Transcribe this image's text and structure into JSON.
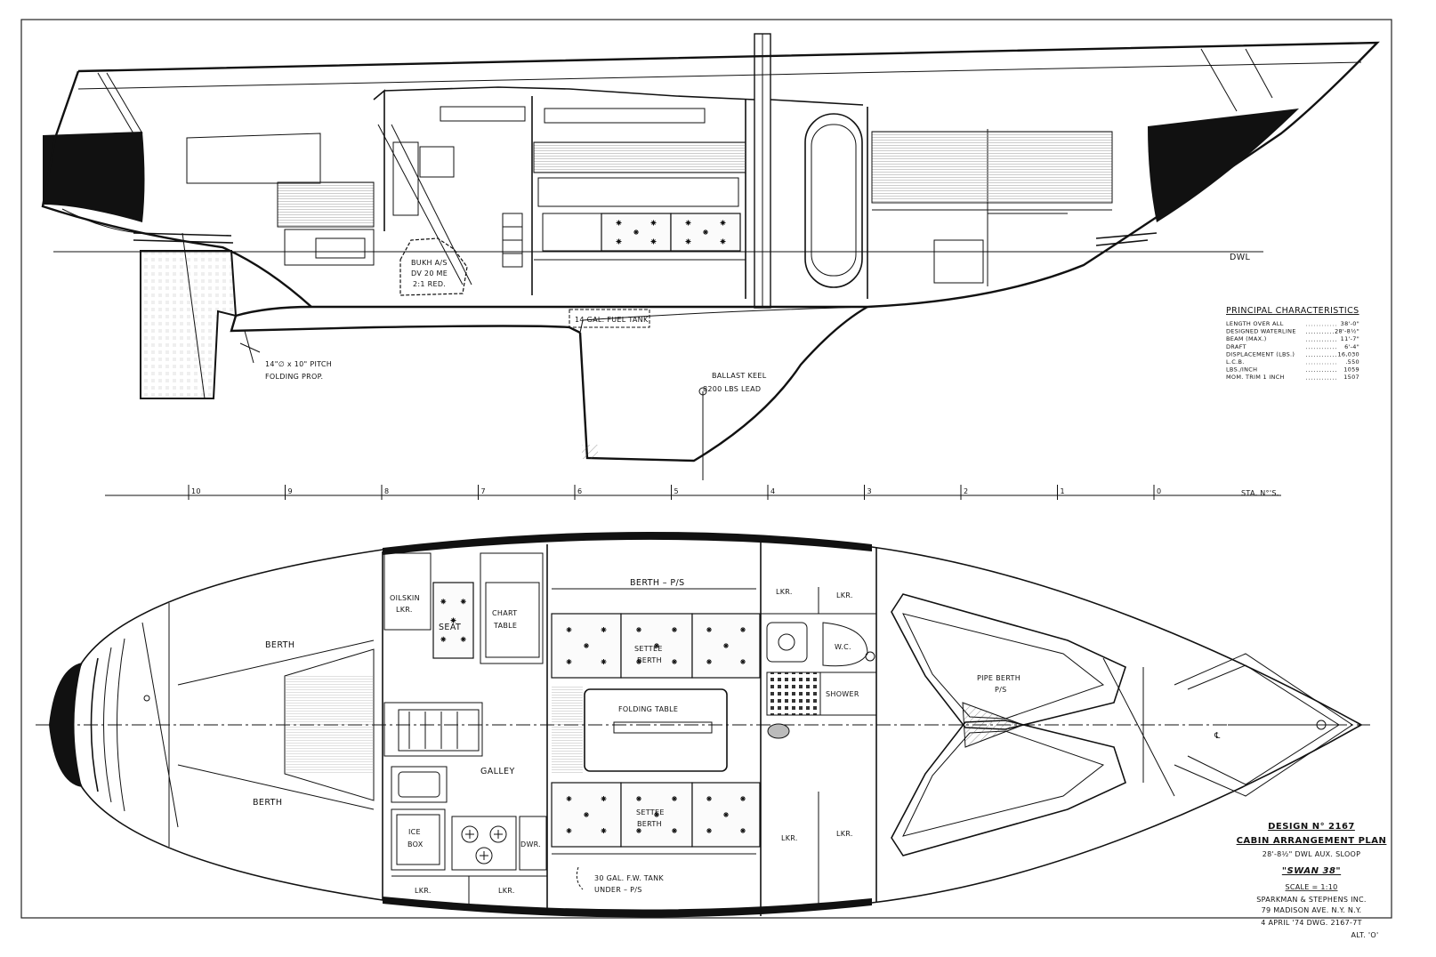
{
  "profile": {
    "engine_label": [
      "BUKH A/S",
      "DV 20 ME",
      "2:1 RED."
    ],
    "fuel_tank": "14 GAL. FUEL TANK",
    "prop_label": [
      "14\"∅ x 10\" PITCH",
      "FOLDING PROP."
    ],
    "ballast_label": [
      "BALLAST KEEL",
      "8200 LBS LEAD"
    ],
    "dwl": "DWL"
  },
  "principal_characteristics": {
    "title": "PRINCIPAL CHARACTERISTICS",
    "rows": [
      {
        "label": "LENGTH OVER ALL",
        "value": "38'-0\""
      },
      {
        "label": "DESIGNED WATERLINE",
        "value": "28'-8½\""
      },
      {
        "label": "BEAM (MAX.)",
        "value": "11'-7\""
      },
      {
        "label": "DRAFT",
        "value": "6'-4\""
      },
      {
        "label": "DISPLACEMENT (LBS.)",
        "value": "16,030"
      },
      {
        "label": "L.C.B.",
        "value": ".550"
      },
      {
        "label": "LBS./INCH",
        "value": "1059"
      },
      {
        "label": "MOM. TRIM 1 INCH",
        "value": "1507"
      }
    ]
  },
  "stations": {
    "labels": [
      "10",
      "9",
      "8",
      "7",
      "6",
      "5",
      "4",
      "3",
      "2",
      "1",
      "0"
    ],
    "suffix": "STA. N°'S."
  },
  "plan": {
    "berth_upper": "BERTH",
    "berth_lower": "BERTH",
    "oilskin": [
      "OILSKIN",
      "LKR."
    ],
    "seat": "SEAT",
    "chart_table": [
      "CHART",
      "TABLE"
    ],
    "berth_ps": "BERTH – P/S",
    "settee_upper": [
      "SETTEE",
      "BERTH"
    ],
    "settee_lower": [
      "SETTEE",
      "BERTH"
    ],
    "folding_table": "FOLDING TABLE",
    "galley": "GALLEY",
    "ice_box": [
      "ICE",
      "BOX"
    ],
    "dwr": "DWR.",
    "lkr": "LKR.",
    "wc": "W.C.",
    "shower": "SHOWER",
    "pipe_berth": [
      "PIPE BERTH",
      "P/S"
    ],
    "fw_tank": [
      "30 GAL. F.W. TANK",
      "UNDER – P/S"
    ],
    "centerline": "℄"
  },
  "title_block": {
    "design_no": "DESIGN N° 2167",
    "plan_name": "CABIN ARRANGEMENT PLAN",
    "subtitle": "28'-8½\" DWL AUX. SLOOP",
    "yacht_name": "\"SWAN 38\"",
    "scale": "SCALE = 1:10",
    "firm": "SPARKMAN & STEPHENS INC.",
    "address": "79 MADISON AVE. N.Y. N.Y.",
    "date_line": "4 APRIL '74   DWG. 2167-7T",
    "alt": "ALT. 'O'"
  }
}
